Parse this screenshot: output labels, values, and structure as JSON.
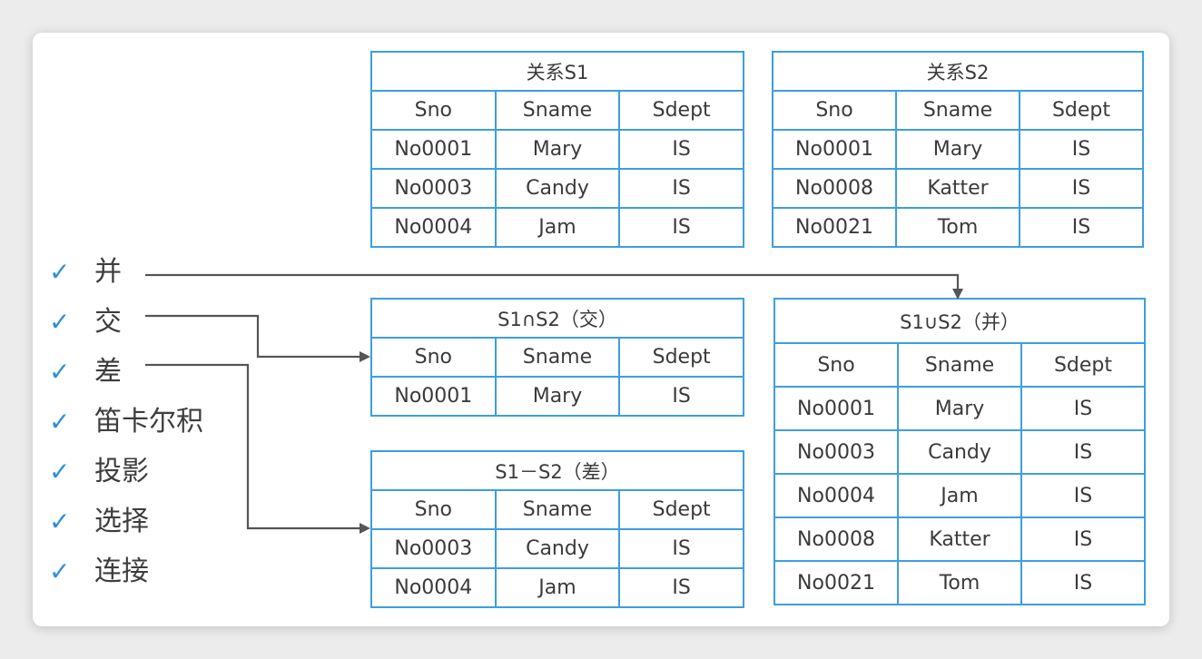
{
  "operations": [
    "并",
    "交",
    "差",
    "笛卡尔积",
    "投影",
    "选择",
    "连接"
  ],
  "check_mark": "✓",
  "tables": {
    "s1": {
      "title": "关系S1",
      "columns": [
        "Sno",
        "Sname",
        "Sdept"
      ],
      "rows": [
        [
          "No0001",
          "Mary",
          "IS"
        ],
        [
          "No0003",
          "Candy",
          "IS"
        ],
        [
          "No0004",
          "Jam",
          "IS"
        ]
      ]
    },
    "s2": {
      "title": "关系S2",
      "columns": [
        "Sno",
        "Sname",
        "Sdept"
      ],
      "rows": [
        [
          "No0001",
          "Mary",
          "IS"
        ],
        [
          "No0008",
          "Katter",
          "IS"
        ],
        [
          "No0021",
          "Tom",
          "IS"
        ]
      ]
    },
    "intersection": {
      "title": "S1∩S2（交）",
      "columns": [
        "Sno",
        "Sname",
        "Sdept"
      ],
      "rows": [
        [
          "No0001",
          "Mary",
          "IS"
        ]
      ]
    },
    "difference": {
      "title": "S1－S2（差）",
      "columns": [
        "Sno",
        "Sname",
        "Sdept"
      ],
      "rows": [
        [
          "No0003",
          "Candy",
          "IS"
        ],
        [
          "No0004",
          "Jam",
          "IS"
        ]
      ]
    },
    "union": {
      "title": "S1∪S2（并）",
      "columns": [
        "Sno",
        "Sname",
        "Sdept"
      ],
      "rows": [
        [
          "No0001",
          "Mary",
          "IS"
        ],
        [
          "No0003",
          "Candy",
          "IS"
        ],
        [
          "No0004",
          "Jam",
          "IS"
        ],
        [
          "No0008",
          "Katter",
          "IS"
        ],
        [
          "No0021",
          "Tom",
          "IS"
        ]
      ]
    }
  },
  "colors": {
    "table_border": "#3d9ee0",
    "check": "#2f8fd8",
    "arrow": "#555555"
  }
}
